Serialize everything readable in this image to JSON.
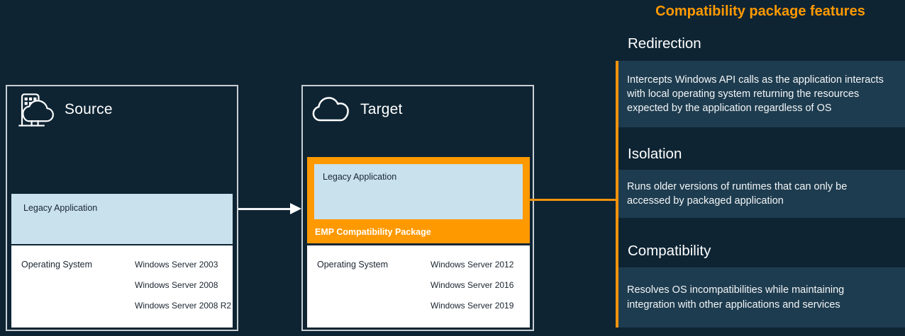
{
  "colors": {
    "page_bg": "#0e2433",
    "card_bg": "#1e3c4f",
    "accent_orange": "#ff9900",
    "connector_orange": "#f1930d",
    "legacy_light_blue": "#c9e1ec",
    "os_box_white": "#ffffff",
    "env_border_gray": "#c9cfd4",
    "dark_text": "#172634"
  },
  "icons": {
    "source": "on-premises-building-cloud-icon",
    "target": "cloud-icon"
  },
  "source": {
    "title": "Source",
    "legacy_label": "Legacy Application",
    "os_label": "Operating System",
    "os_versions": [
      "Windows Server 2003",
      "Windows Server 2008",
      "Windows Server 2008 R2"
    ]
  },
  "target": {
    "title": "Target",
    "legacy_label": "Legacy Application",
    "package_label": "EMP Compatibility Package",
    "os_label": "Operating System",
    "os_versions": [
      "Windows Server 2012",
      "Windows Server 2016",
      "Windows Server 2019"
    ]
  },
  "features": {
    "title": "Compatibility package features",
    "sections": [
      {
        "heading": "Redirection",
        "body": "Intercepts Windows API calls as the application interacts with local operating system returning the resources expected by the application regardless of OS"
      },
      {
        "heading": "Isolation",
        "body": "Runs older versions of runtimes that can only be accessed by packaged application"
      },
      {
        "heading": "Compatibility",
        "body": "Resolves OS incompatibilities while maintaining integration with other applications and services"
      }
    ]
  }
}
